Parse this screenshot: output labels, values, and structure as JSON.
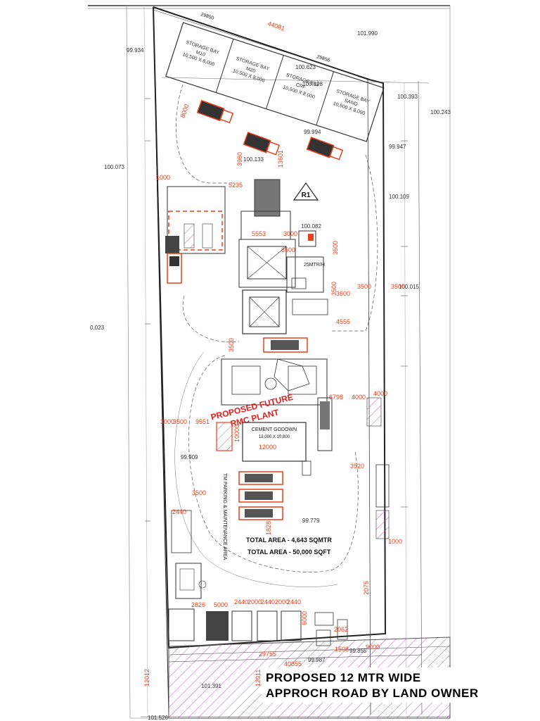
{
  "colors": {
    "linework": "#333333",
    "dimension": "#e8401c",
    "equipment": "#e8401c",
    "hatch": "#b060b0",
    "background": "#ffffff"
  },
  "top_dimensions": {
    "overall": "44081",
    "inner_1": "29850",
    "inner_2": "29856"
  },
  "storage_bays": [
    {
      "name": "STORAGE BAY",
      "material": "M10",
      "size": "10,500 X 8,000"
    },
    {
      "name": "STORAGE BAY",
      "material": "M20",
      "size": "10,500 X 8,000"
    },
    {
      "name": "STORAGE BAY",
      "material": "CRF",
      "size": "10,500 X 8,000"
    },
    {
      "name": "STORAGE BAY",
      "material": "SAND",
      "size": "10,500 X 8,000"
    }
  ],
  "levels": [
    "99.934",
    "101.990",
    "100.623",
    "100.393",
    "100.243",
    "100.128",
    "99.994",
    "99.947",
    "100.073",
    "100.133",
    "100.109",
    "100.082",
    "100.015",
    "0.023",
    "99.909",
    "99.779",
    "99.855",
    "99.987",
    "101.391",
    "101.526"
  ],
  "dimensions": [
    "8000",
    "1000",
    "5235",
    "3960",
    "13601",
    "5553",
    "3000",
    "3500",
    "3500",
    "3500",
    "3500",
    "3500",
    "3600",
    "4555",
    "6798",
    "4000",
    "3520",
    "3500",
    "9551",
    "3000",
    "3500",
    "12000",
    "10000",
    "2440",
    "3500",
    "1828",
    "1000",
    "2075",
    "2826",
    "5000",
    "2440",
    "2000",
    "2440",
    "2000",
    "2440",
    "6000",
    "2062",
    "1508",
    "9000",
    "29755",
    "40855",
    "12012",
    "12011",
    "4000"
  ],
  "plant": {
    "marker": "R1",
    "label_small_1": "25MTR/H",
    "godown_title": "CEMENT GODOWN",
    "godown_size": "12,000 X 10,000",
    "proposed_label_1": "PROPOSED FUTURE",
    "proposed_label_2": "RMC PLANT",
    "maintenance_area": "TM PARKING & MAINTENANCE AREA"
  },
  "area": {
    "sqm": "TOTAL AREA  -  4,643 SQMTR",
    "sqft": "TOTAL AREA  -  50,000 SQFT"
  },
  "road": {
    "line1": "PROPOSED 12 MTR WIDE",
    "line2": "APPROCH ROAD BY LAND OWNER"
  }
}
